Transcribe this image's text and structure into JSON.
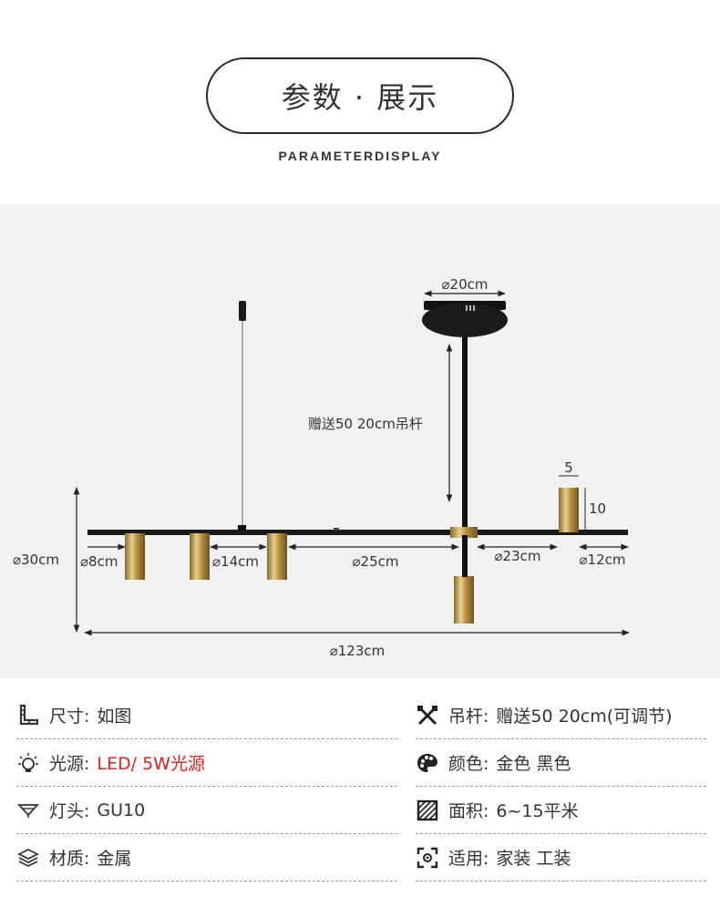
{
  "header": {
    "title": "参数 · 展示",
    "subtitle": "PARAMETERDISPLAY"
  },
  "diagram": {
    "canopy_diameter": "⌀20cm",
    "rod_note": "赠送50 20cm吊杆",
    "cup_width": "5",
    "cup_height": "10",
    "height_total": "⌀30cm",
    "gap_8": "⌀8cm",
    "gap_14": "⌀14cm",
    "gap_25": "⌀25cm",
    "gap_23": "⌀23cm",
    "gap_12": "⌀12cm",
    "total_length": "⌀123cm"
  },
  "specs": {
    "left": [
      {
        "icon": "ruler-icon",
        "label": "尺寸:",
        "value": "如图",
        "highlight": false
      },
      {
        "icon": "bulb-icon",
        "label": "光源:",
        "value": "LED/ 5W光源",
        "highlight": true
      },
      {
        "icon": "lamp-cap-icon",
        "label": "灯头:",
        "value": "GU10",
        "highlight": false
      },
      {
        "icon": "layers-icon",
        "label": "材质:",
        "value": "金属",
        "highlight": false
      }
    ],
    "right": [
      {
        "icon": "tools-icon",
        "label": "吊杆:",
        "value": "赠送50 20cm(可调节)"
      },
      {
        "icon": "palette-icon",
        "label": "颜色:",
        "value": "金色  黑色"
      },
      {
        "icon": "area-icon",
        "label": "面积:",
        "value": "6~15平米"
      },
      {
        "icon": "focus-icon",
        "label": "适用:",
        "value": "家装 工装"
      }
    ],
    "highlight_color": "#e02020"
  }
}
